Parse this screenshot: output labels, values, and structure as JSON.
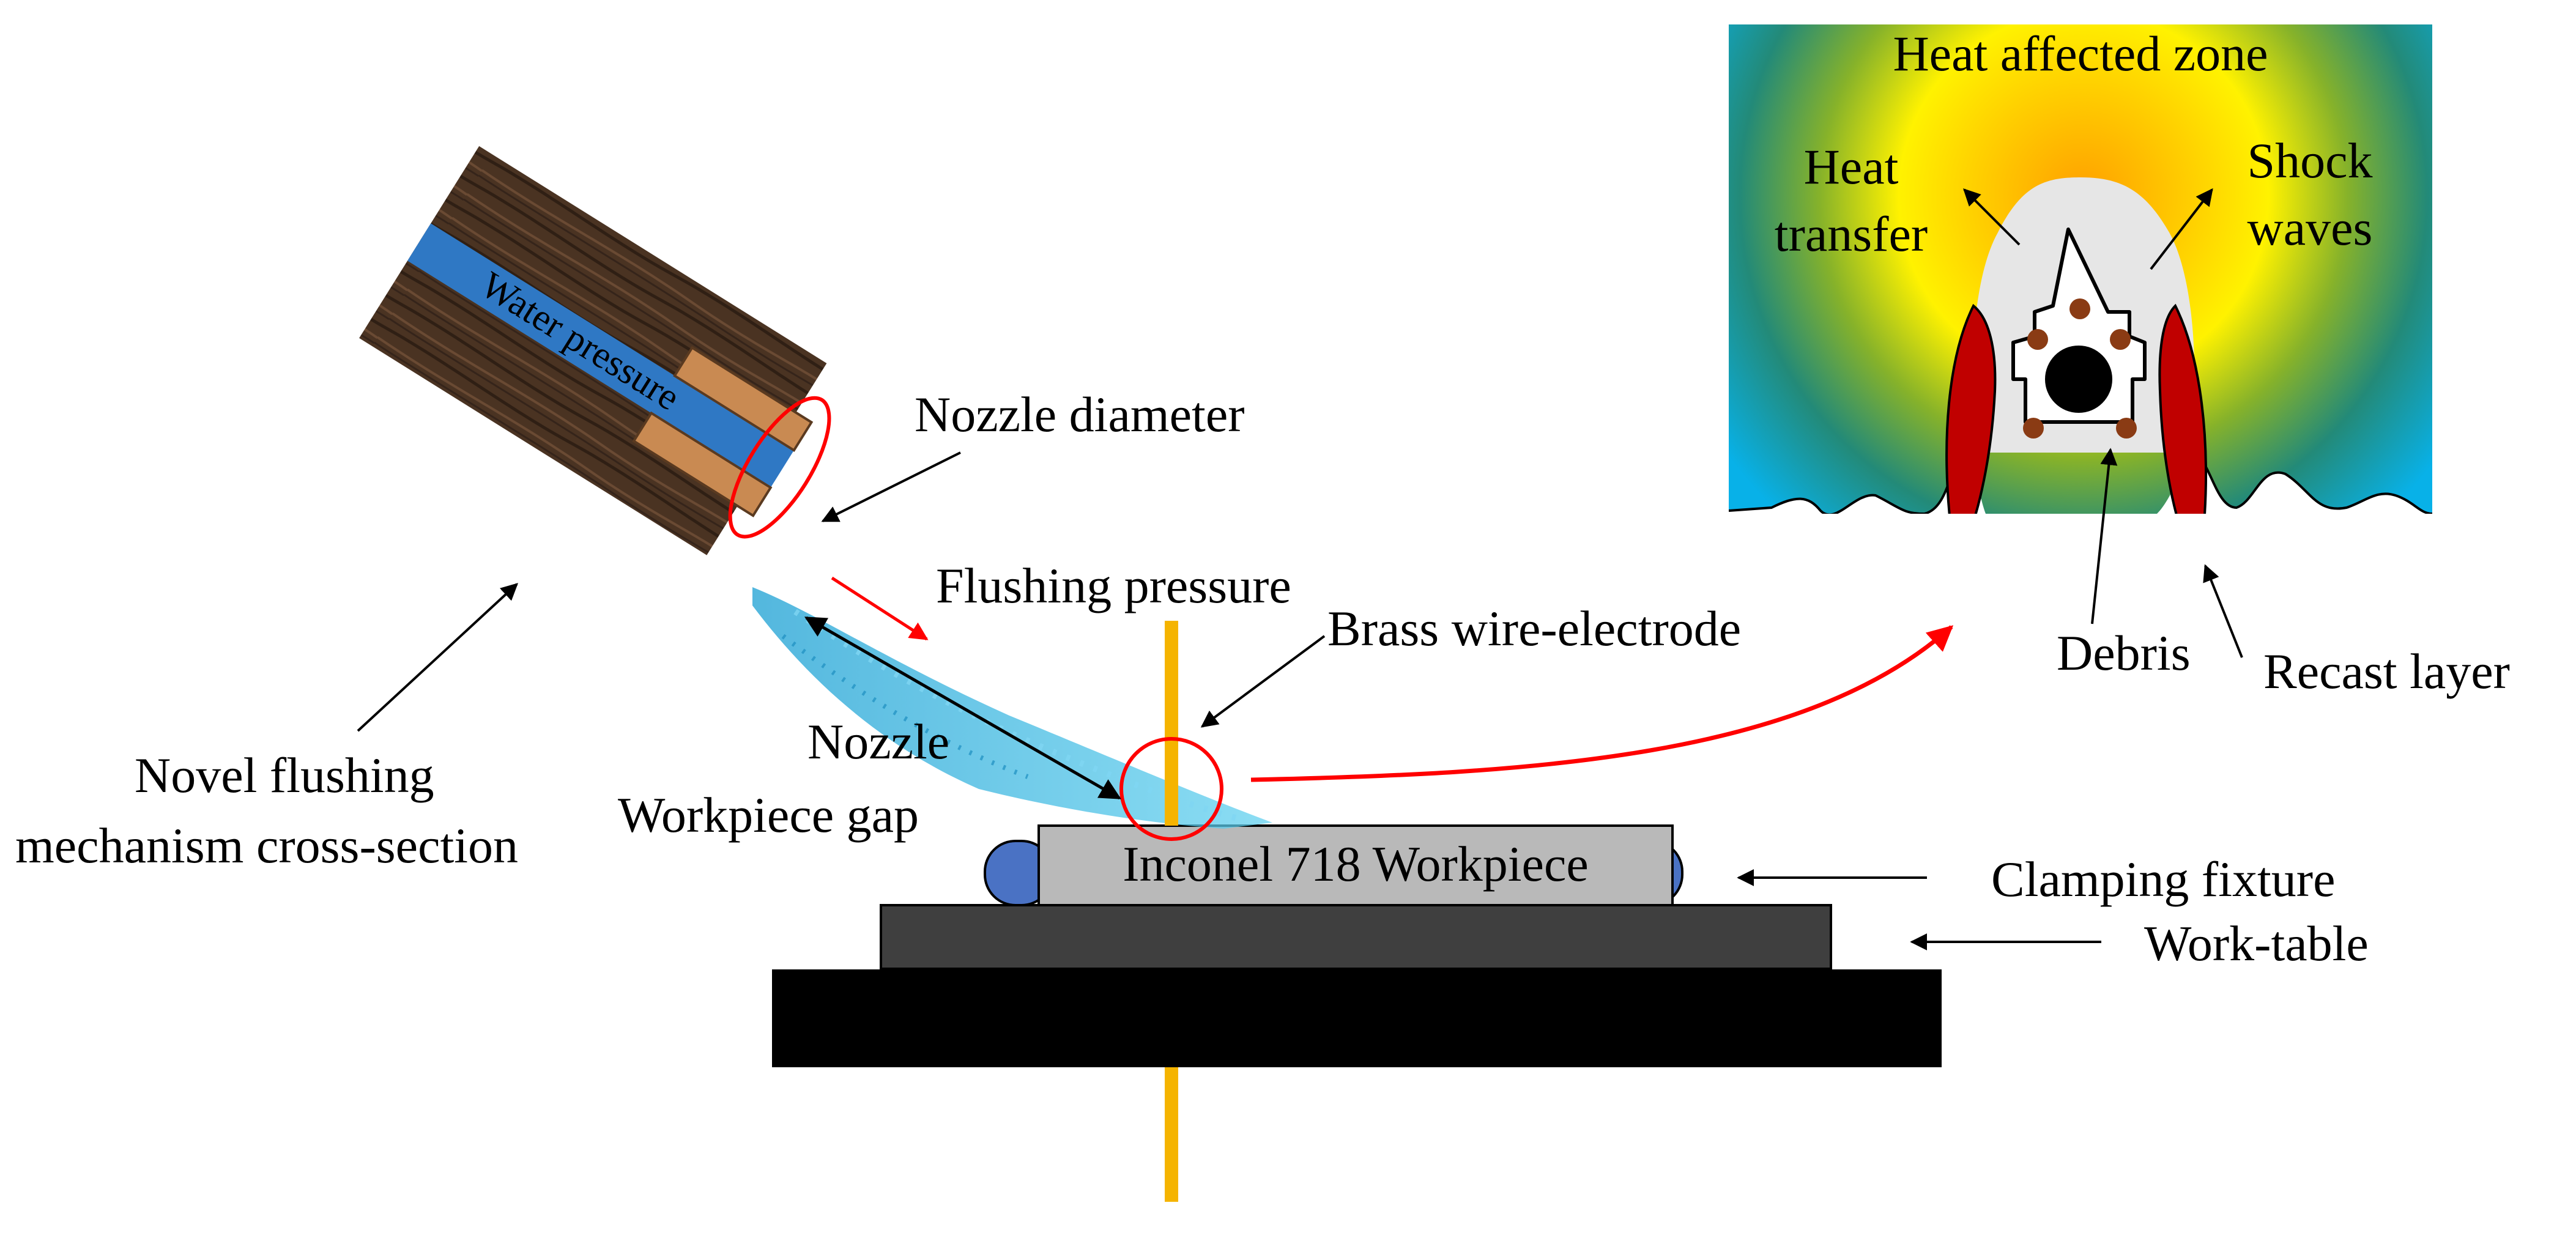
{
  "colors": {
    "nozzle_wood": "#4a3322",
    "water_channel": "#2f78c4",
    "nozzle_tip": "#c98a52",
    "spray": "#2aa6d6",
    "wire": "#f5b400",
    "workpiece": "#b9b9b9",
    "clamp": "#4a72c4",
    "worktable": "#3f3f3f",
    "base": "#000000",
    "highlight": "#ff0000",
    "zone_background": "#08b1e8",
    "zone_hot": "#ffaa00",
    "zone_mid": "#fff200",
    "recast": "#c00000",
    "debris": "#8a3b14"
  },
  "labels": {
    "water_pressure": "Water pressure",
    "nozzle_diameter": "Nozzle diameter",
    "flushing_pressure": "Flushing pressure",
    "brass_wire": "Brass wire-electrode",
    "gap_line1": "Nozzle",
    "gap_line2": "Workpiece gap",
    "mechanism_line1": "Novel flushing",
    "mechanism_line2": "mechanism cross-section",
    "workpiece": "Inconel 718 Workpiece",
    "clamping": "Clamping fixture",
    "worktable": "Work-table"
  },
  "inset": {
    "title": "Heat affected zone",
    "heat_line1": "Heat",
    "heat_line2": "transfer",
    "shock_line1": "Shock",
    "shock_line2": "waves",
    "debris": "Debris",
    "recast": "Recast layer"
  }
}
